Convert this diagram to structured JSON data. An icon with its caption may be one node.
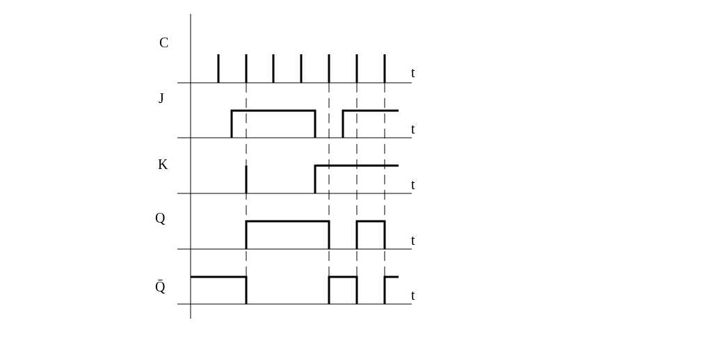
{
  "diagram": {
    "labels": [
      "C",
      "t",
      "J",
      "t",
      "K",
      "t",
      "Q",
      "t",
      "Q̄",
      "t"
    ]
  }
}
